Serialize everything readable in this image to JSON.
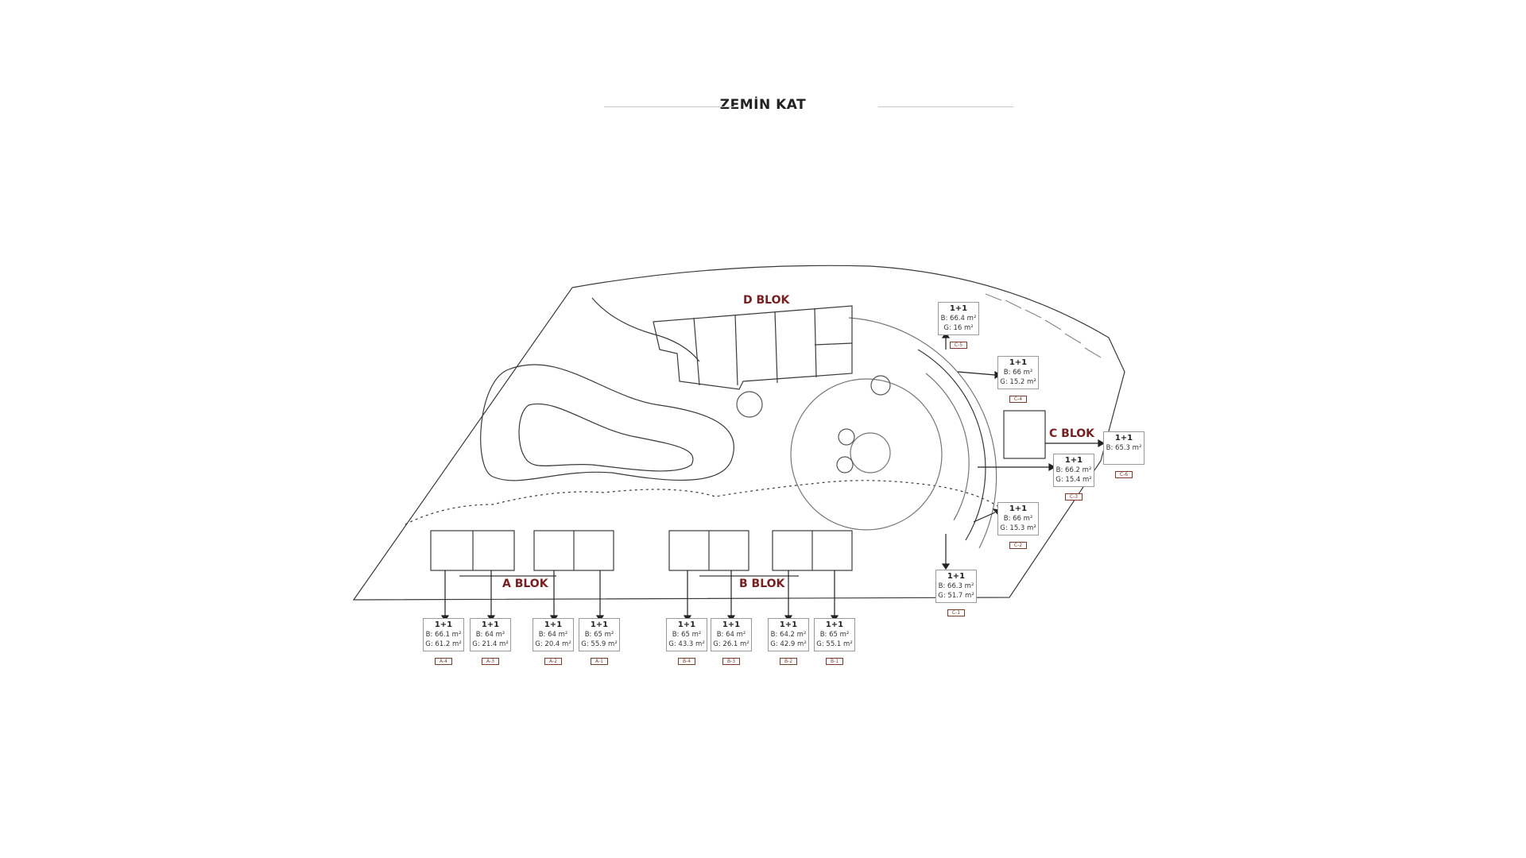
{
  "page_title": "ZEMİN KAT",
  "blocks": {
    "a": "A BLOK",
    "b": "B BLOK",
    "c": "C BLOK",
    "d": "D BLOK"
  },
  "units": {
    "a4": {
      "type": "1+1",
      "b": "B: 66.1 m²",
      "g": "G: 61.2 m²",
      "code": "A-4"
    },
    "a3": {
      "type": "1+1",
      "b": "B: 64 m²",
      "g": "G: 21.4 m²",
      "code": "A-3"
    },
    "a2": {
      "type": "1+1",
      "b": "B: 64 m²",
      "g": "G: 20.4 m²",
      "code": "A-2"
    },
    "a1": {
      "type": "1+1",
      "b": "B: 65 m²",
      "g": "G: 55.9 m²",
      "code": "A-1"
    },
    "b4": {
      "type": "1+1",
      "b": "B: 65 m²",
      "g": "G: 43.3 m²",
      "code": "B-4"
    },
    "b3": {
      "type": "1+1",
      "b": "B: 64 m²",
      "g": "G: 26.1 m²",
      "code": "B-3"
    },
    "b2": {
      "type": "1+1",
      "b": "B: 64.2 m²",
      "g": "G: 42.9 m²",
      "code": "B-2"
    },
    "b1": {
      "type": "1+1",
      "b": "B: 65 m²",
      "g": "G: 55.1 m²",
      "code": "B-1"
    },
    "c5": {
      "type": "1+1",
      "b": "B: 66.4 m²",
      "g": "G: 16 m²",
      "code": "C-5"
    },
    "c4": {
      "type": "1+1",
      "b": "B: 66 m²",
      "g": "G: 15.2 m²",
      "code": "C-4"
    },
    "c6": {
      "type": "1+1",
      "b": "B: 65.3 m²",
      "g": "",
      "code": "C-6"
    },
    "c3": {
      "type": "1+1",
      "b": "B: 66.2 m²",
      "g": "G: 15.4 m²",
      "code": "C-3"
    },
    "c2": {
      "type": "1+1",
      "b": "B: 66 m²",
      "g": "G: 15.3 m²",
      "code": "C-2"
    },
    "c1": {
      "type": "1+1",
      "b": "B: 66.3 m²",
      "g": "G: 51.7 m²",
      "code": "C-1"
    }
  },
  "colors": {
    "block_label": "#7a1f1f",
    "line": "#3a3a3a",
    "code_tag": "#7a3a2a"
  }
}
